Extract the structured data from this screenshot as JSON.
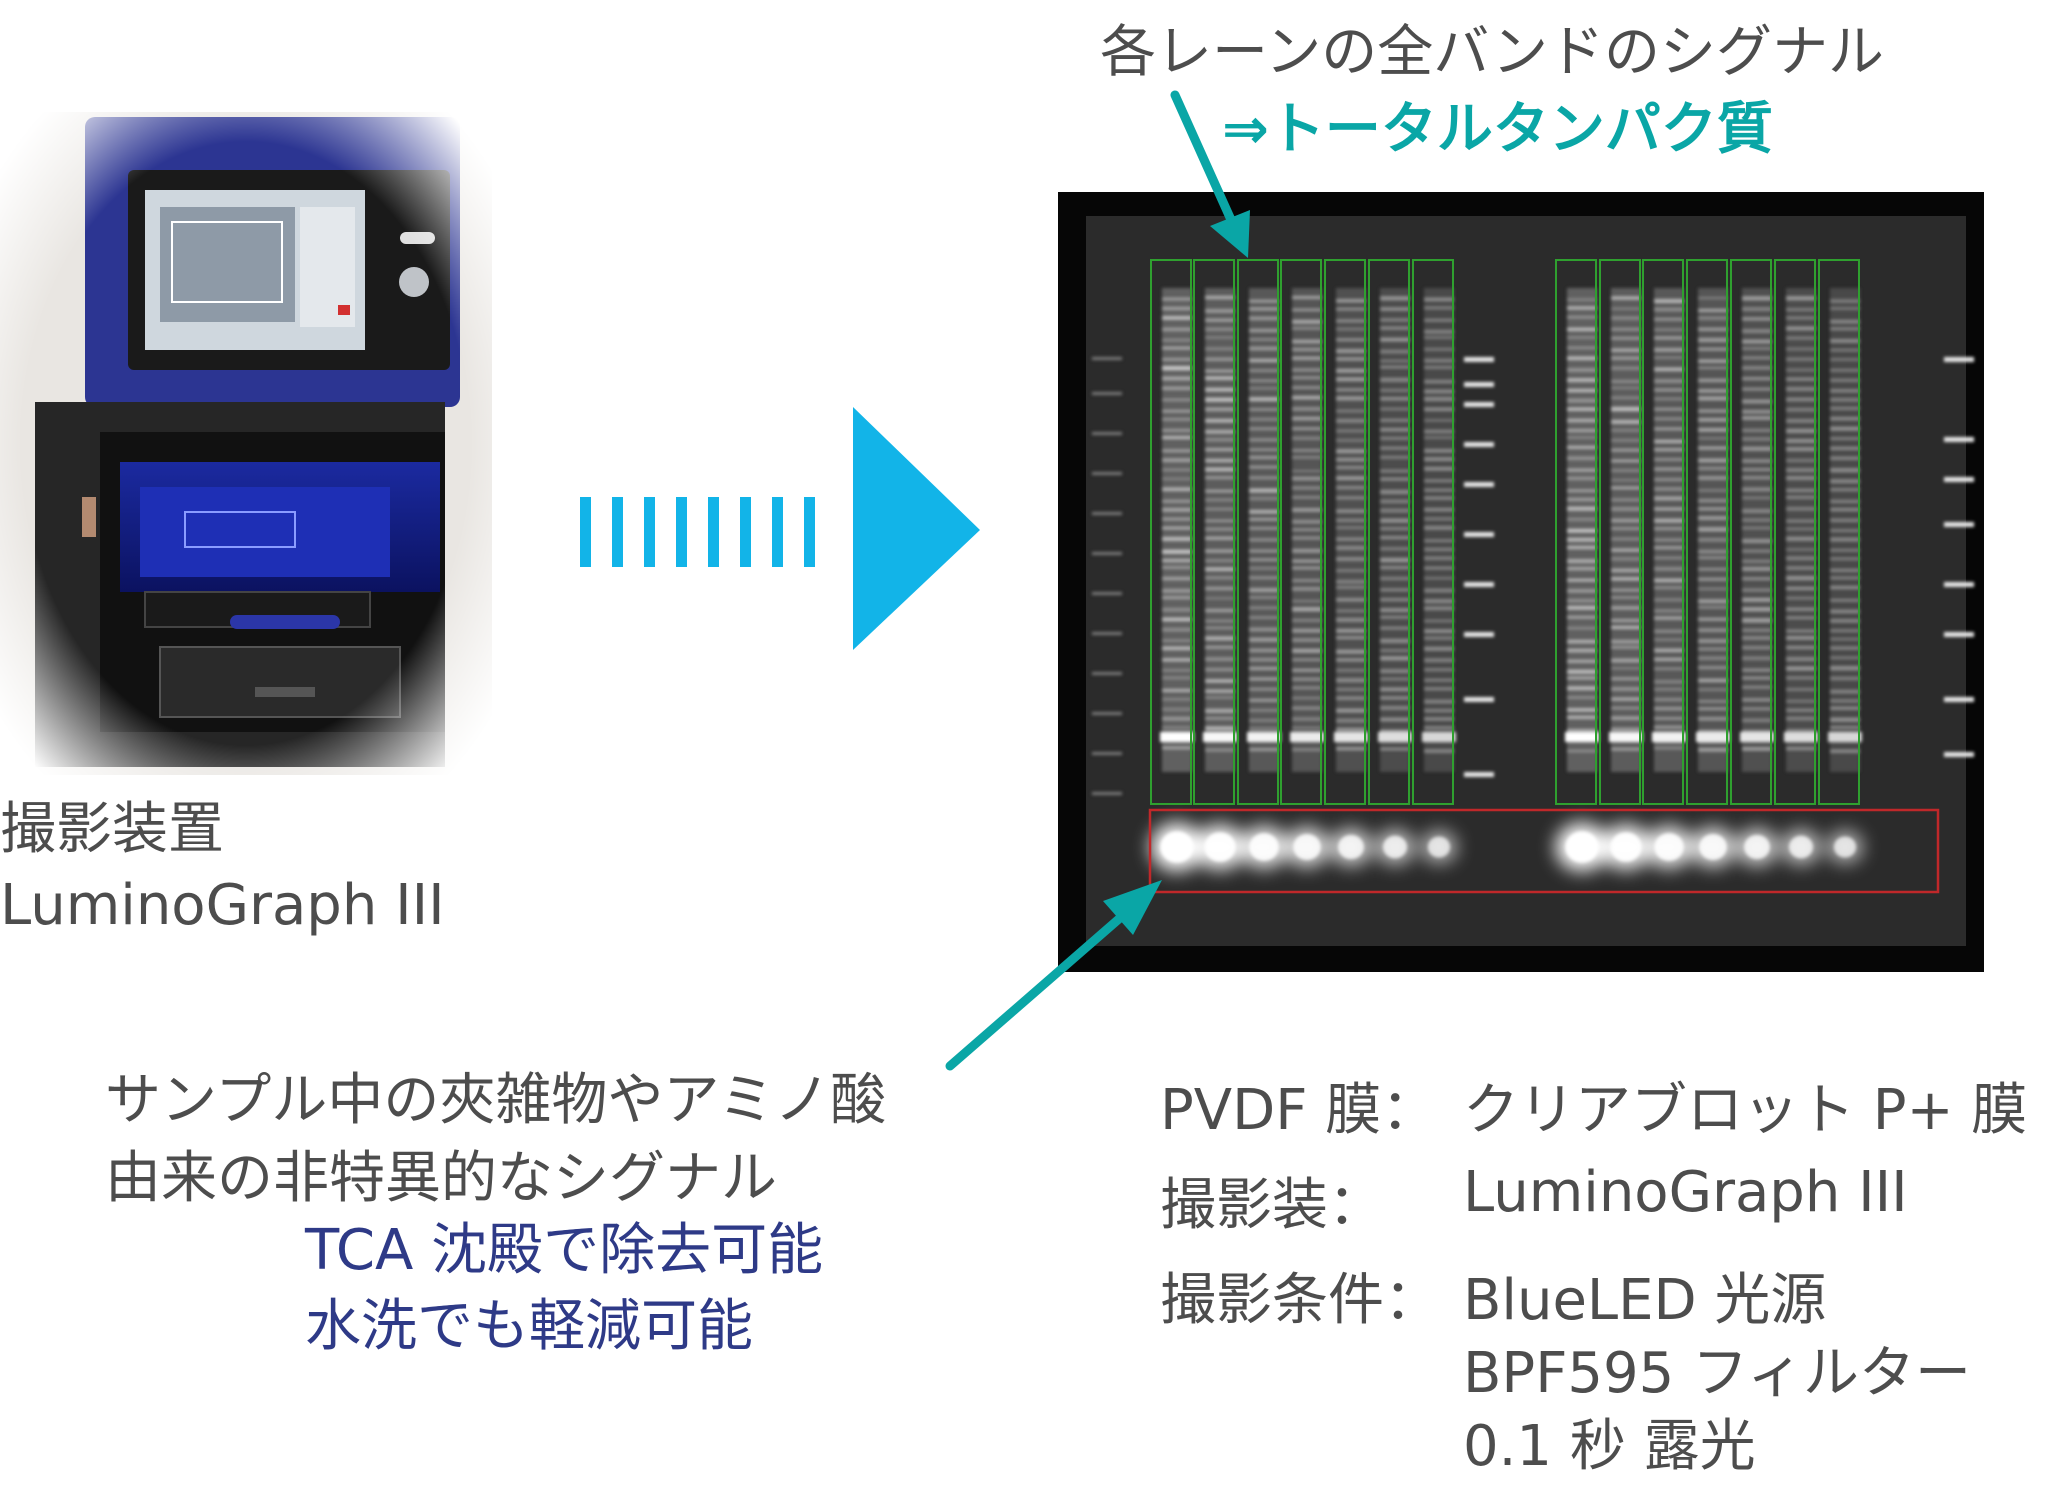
{
  "annotations": {
    "all_bands_label": "各レーンの全バンドのシグナル",
    "total_protein_label": "⇒トータルタンパク質",
    "nonspecific_line1": "サンプル中の夾雑物やアミノ酸",
    "nonspecific_line2": "由来の非特異的なシグナル",
    "removal_line1": "TCA 沈殿で除去可能",
    "removal_line2": "水洗でも軽減可能"
  },
  "device": {
    "caption_line1": "撮影装置",
    "caption_line2": "LuminoGraph III"
  },
  "conditions": [
    {
      "key": "PVDF 膜：",
      "values": [
        "クリアブロット P+ 膜"
      ]
    },
    {
      "key": "撮影装：",
      "values": [
        "LuminoGraph III"
      ]
    },
    {
      "key": "撮影条件：",
      "values": [
        "BlueLED 光源",
        "BPF595 フィルター",
        "0.1 秒 露光"
      ]
    }
  ],
  "colors": {
    "accent_teal": "#0aa6a6",
    "arrow_blue": "#12b4e8",
    "removal_text": "#2e3a87",
    "lane_box": "#2fa02f",
    "nonspecific_box": "#c0282a",
    "body_text": "#4d4d4d"
  },
  "icons": {
    "flow_arrow": "dashed-right-arrow-icon",
    "pointer_arrow": "teal-pointer-arrow-icon"
  }
}
